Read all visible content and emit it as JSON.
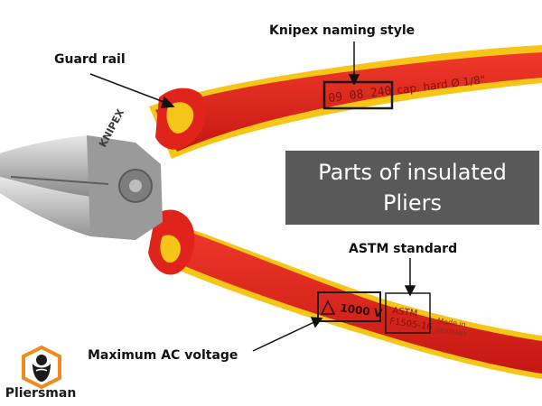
{
  "title": {
    "line1": "Parts of insulated",
    "line2": "Pliers"
  },
  "callouts": {
    "naming": "Knipex naming style",
    "guard": "Guard rail",
    "astm": "ASTM standard",
    "voltage": "Maximum AC voltage"
  },
  "handle_text": {
    "model": "09 08 240",
    "cap": "cap. hard Ø 1/8\"",
    "voltage": "1000 V",
    "astm_line1": "ASTM",
    "astm_line2": "F1505-16",
    "made_in": "Made in",
    "country": "GERMANY"
  },
  "head_text": {
    "brand": "KNIPEX"
  },
  "logo": {
    "name": "Pliersman",
    "icon": "bearded-man-hexagon-icon"
  },
  "colors": {
    "handle_red": "#e0241c",
    "handle_yellow": "#f5c518",
    "title_box": "#595959",
    "logo_orange": "#f08a1c",
    "callout_box": "#1a1a1a"
  }
}
